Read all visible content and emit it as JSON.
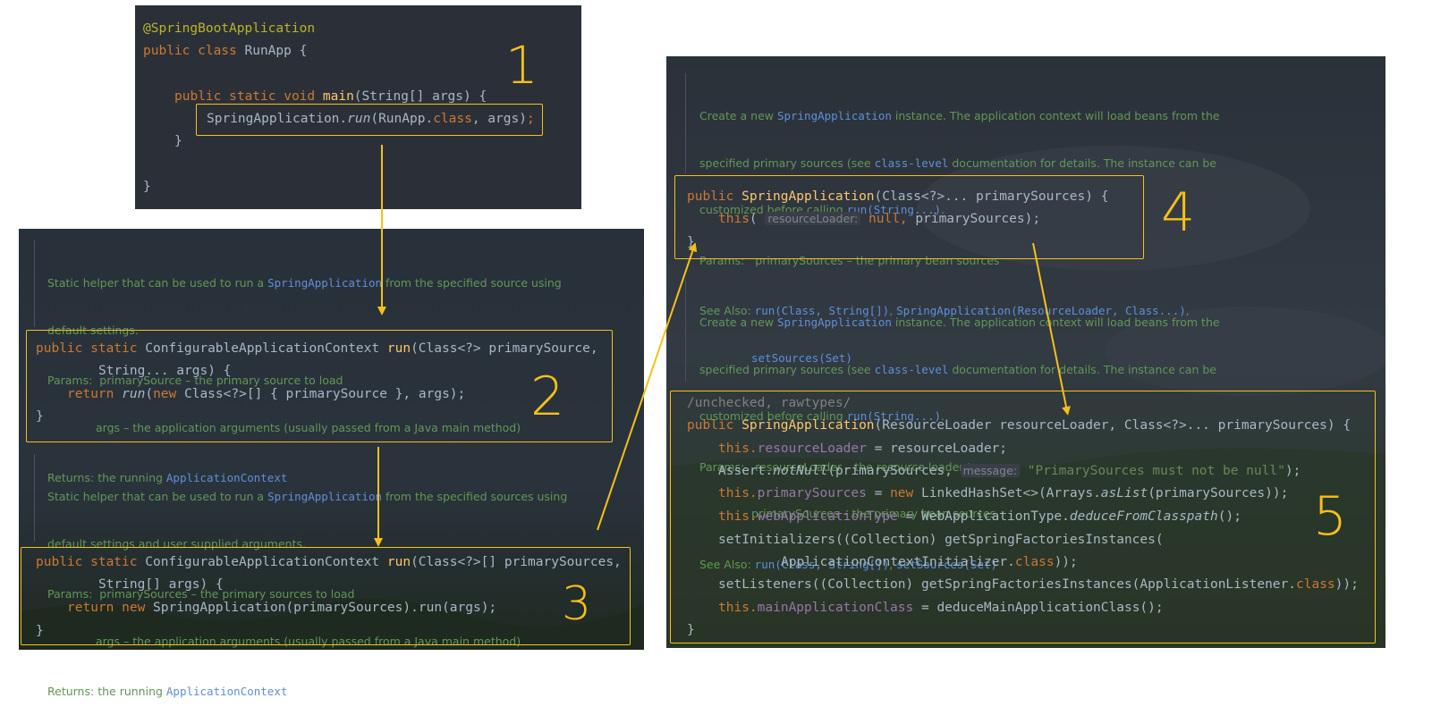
{
  "panel1": {
    "lines": [
      "@SpringBootApplication",
      "public class RunApp {",
      "public static void main(String[] args) {",
      "SpringApplication.run(RunApp.class, args);",
      "}",
      "}"
    ],
    "number": "1"
  },
  "panel2": {
    "doc1": {
      "line1a": "Static helper that can be used to run a ",
      "line1b": "SpringApplication",
      "line1c": " from the specified source using",
      "line2": "default settings.",
      "params_label": "Params:",
      "params_1": "primarySource – the primary source to load",
      "params_2": "args – the application arguments (usually passed from a Java main method)",
      "returns_label": "Returns:",
      "returns_text": "the running ",
      "returns_link": "ApplicationContext"
    },
    "code1": {
      "l1_kw": "public static",
      "l1_type": "ConfigurableApplicationContext",
      "l1_fn": "run",
      "l1_rest": "(Class<?> primarySource,",
      "l2": "String... args) {",
      "l3_kw": "return",
      "l3_fn": "run",
      "l3_new": "new",
      "l3_rest": " Class<?>[] { primarySource }, args);",
      "l4": "}"
    },
    "number2": "2",
    "doc2": {
      "line1a": "Static helper that can be used to run a ",
      "line1b": "SpringApplication",
      "line1c": " from the specified sources using",
      "line2": "default settings and user supplied arguments.",
      "params_label": "Params:",
      "params_1": "primarySources – the primary sources to load",
      "params_2": "args – the application arguments (usually passed from a Java main method)",
      "returns_label": "Returns:",
      "returns_text": "the running ",
      "returns_link": "ApplicationContext"
    },
    "code2": {
      "l1_kw": "public static",
      "l1_type": "ConfigurableApplicationContext",
      "l1_fn": "run",
      "l1_rest": "(Class<?>[] primarySources,",
      "l2": "String[] args) {",
      "l3_kw": "return new",
      "l3_rest": " SpringApplication(primarySources).run(args);",
      "l4": "}"
    },
    "number3": "3"
  },
  "panel3": {
    "doc1": {
      "line1a": "Create a new ",
      "line1b": "SpringApplication",
      "line1c": " instance. The application context will load beans from the",
      "line2a": "specified primary sources (see ",
      "line2b": "class-level",
      "line2c": " documentation for details. The instance can be",
      "line3a": "customized before calling ",
      "line3b": "run(String...)",
      "line3c": ".",
      "params_label": "Params:",
      "params_1": "primarySources – the primary bean sources",
      "see_label": "See Also:",
      "see_1": "run(Class, String[])",
      "see_2": "SpringApplication(ResourceLoader, Class...)",
      "see_3": "setSources(Set)"
    },
    "code1": {
      "l1_kw": "public",
      "l1_fn": "SpringApplication",
      "l1_rest": "(Class<?>... primarySources) {",
      "l2_kw": "this",
      "l2_hint": "resourceLoader:",
      "l2_null": "null",
      "l2_rest": " primarySources);",
      "l3": "}"
    },
    "number4": "4",
    "doc2": {
      "line1a": "Create a new ",
      "line1b": "SpringApplication",
      "line1c": " instance. The application context will load beans from the",
      "line2a": "specified primary sources (see ",
      "line2b": "class-level",
      "line2c": " documentation for details. The instance can be",
      "line3a": "customized before calling ",
      "line3b": "run(String...)",
      "line3c": ".",
      "params_label": "Params:",
      "params_1": "resourceLoader – the resource loader to use",
      "params_2": "primarySources – the primary bean sources",
      "see_label": "See Also:",
      "see_1": "run(Class, String[])",
      "see_2": "setSources(Set)"
    },
    "code2": {
      "l0": "/unchecked, rawtypes/",
      "l1_kw": "public",
      "l1_fn": "SpringApplication",
      "l1_rest": "(ResourceLoader resourceLoader, Class<?>... primarySources) {",
      "l2_this": "this.",
      "l2_fld": "resourceLoader",
      "l2_rest": " = resourceLoader;",
      "l3_a": "Assert.",
      "l3_fn": "notNull",
      "l3_b": "(primarySources, ",
      "l3_hint": "message:",
      "l3_str": "\"PrimarySources must not be null\"",
      "l3_c": ");",
      "l4_this": "this.",
      "l4_fld": "primarySources",
      "l4_a": " = ",
      "l4_new": "new",
      "l4_b": " LinkedHashSet<>(Arrays.",
      "l4_fn": "asList",
      "l4_c": "(primarySources));",
      "l5_this": "this.",
      "l5_fld": "webApplicationType",
      "l5_a": " = WebApplicationType.",
      "l5_fn": "deduceFromClasspath",
      "l5_b": "();",
      "l6": "setInitializers((Collection) getSpringFactoriesInstances(",
      "l7_a": "ApplicationContextInitializer.",
      "l7_kw": "class",
      "l7_b": "));",
      "l8_a": "setListeners((Collection) getSpringFactoriesInstances(ApplicationListener.",
      "l8_kw": "class",
      "l8_b": "));",
      "l9_this": "this.",
      "l9_fld": "mainApplicationClass",
      "l9_rest": " = deduceMainApplicationClass();",
      "l10": "}"
    },
    "number5": "5"
  },
  "colors": {
    "accent": "#f6c01a",
    "panel_bg": "#2b3038",
    "keyword": "#cc7832",
    "doc_text": "#629755"
  }
}
